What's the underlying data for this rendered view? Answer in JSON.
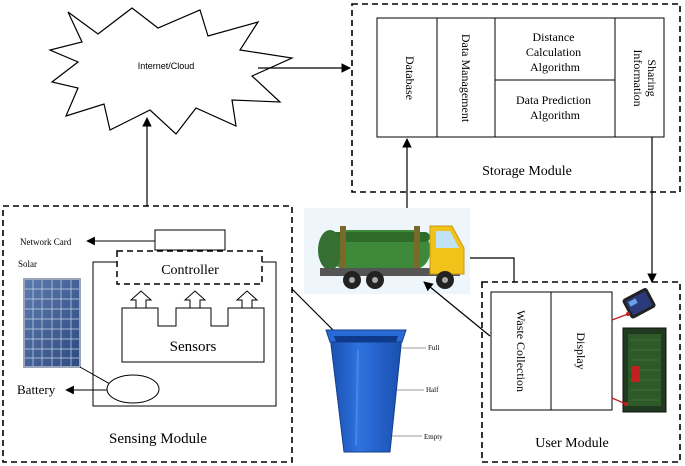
{
  "cloud": {
    "label": "Internet/Cloud"
  },
  "storage": {
    "title": "Storage Module",
    "database": "Database",
    "data_management": "Data Management",
    "distance_algo": [
      "Distance",
      "Calculation",
      "Algorithm"
    ],
    "prediction_algo": [
      "Data Prediction",
      "Algorithm"
    ],
    "info_sharing": [
      "Information",
      "Sharing"
    ]
  },
  "sensing": {
    "title": "Sensing Module",
    "network_card": "Network Card",
    "solar": "Solar",
    "controller": "Controller",
    "sensors": "Sensors",
    "battery": "Battery"
  },
  "bin": {
    "full": "Full",
    "half": "Half",
    "empty": "Empty"
  },
  "user": {
    "title": "User Module",
    "waste_collection": "Waste Collection",
    "display": "Display"
  },
  "colors": {
    "bin_blue": "#1f5fc8",
    "truck_green": "#3f8a3a",
    "truck_yellow": "#f2c21b",
    "phone_screen": "#2a3a7a",
    "lcd_green": "#1f3a1f",
    "indicator_red": "#c02020"
  }
}
